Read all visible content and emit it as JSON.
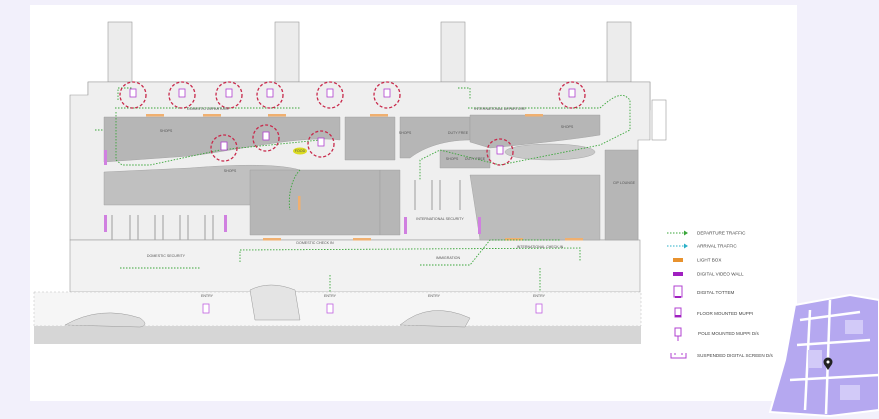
{
  "zones": {
    "domestic_departure": "DOMESTIC DEPARTURE",
    "international_departure": "INTERNATIONAL DEPARTURE",
    "shops": "SHOPS",
    "duty_free": "DUTY FREE",
    "food": "FOOD",
    "cip_lounge": "CIP LOUNGE",
    "domestic_security": "DOMESTIC SECURITY",
    "international_security": "INTERNATIONAL SECURITY",
    "domestic_check_in": "DOMESTIC CHECK IN",
    "international_check_in": "INTERNATIONAL CHECK IN",
    "immigration": "IMMIGRATION",
    "entry": "ENTRY"
  },
  "legend": [
    {
      "label": "DEPARTURE TRAFFIC",
      "icon": "departure-arrow-icon",
      "color": "#3aa63a"
    },
    {
      "label": "ARRIVAL TRAFFIC",
      "icon": "arrival-arrow-icon",
      "color": "#2bb0c8"
    },
    {
      "label": "LIGHT BOX",
      "icon": "light-box-icon",
      "color": "#e8922e"
    },
    {
      "label": "DIGITAL VIDEO WALL",
      "icon": "video-wall-icon",
      "color": "#a020c0"
    },
    {
      "label": "DIGITAL TOTTEM",
      "icon": "tottem-icon",
      "color": "#b040d0"
    },
    {
      "label": "FLOOR MOUNTED MUPPI",
      "icon": "floor-muppi-icon",
      "color": "#b040d0"
    },
    {
      "label": "POLE MOUNTED MUPPI D/s",
      "icon": "pole-muppi-icon",
      "color": "#b040d0"
    },
    {
      "label": "SUSPENDED DIGITAL SCREEN D/s",
      "icon": "suspended-screen-icon",
      "color": "#b040d0"
    }
  ],
  "colors": {
    "highlight": "#c8284a",
    "block": "#b4b4b4",
    "floor": "#e8e8e8"
  }
}
